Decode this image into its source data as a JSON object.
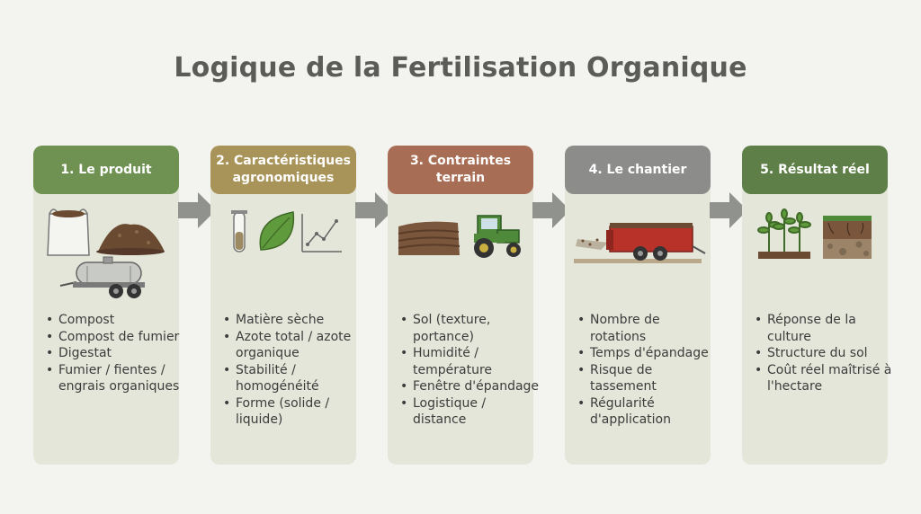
{
  "title": "Logique de la Fertilisation Organique",
  "colors": {
    "background": "#f3f3ef",
    "column_bg": "#e3e6d8",
    "arrow": "#8f928d",
    "title_text": "#5b5b58"
  },
  "steps": [
    {
      "header": "1. Le produit",
      "color": "#6f9152",
      "icons": [
        "big-bag-icon",
        "manure-pile-icon",
        "tanker-trailer-icon"
      ],
      "items": [
        "Compost",
        "Compost de fumier",
        "Digestat",
        "Fumier / fientes / engrais organiques"
      ]
    },
    {
      "header": "2. Caractéristiques\nagronomiques",
      "color": "#a89358",
      "icons": [
        "test-tube-icon",
        "leaf-icon",
        "line-chart-icon"
      ],
      "items": [
        "Matière sèche",
        "Azote total / azote organique",
        "Stabilité / homogénéité",
        "Forme (solide / liquide)"
      ]
    },
    {
      "header": "3. Contraintes\nterrain",
      "color": "#a86d55",
      "icons": [
        "plowed-field-icon",
        "tractor-icon"
      ],
      "items": [
        "Sol (texture, portance)",
        "Humidité / température",
        "Fenêtre d'épandage",
        "Logistique / distance"
      ]
    },
    {
      "header": "4. Le chantier",
      "color": "#8c8d8b",
      "icons": [
        "manure-spreader-icon"
      ],
      "items": [
        "Nombre de rotations",
        "Temps d'épandage",
        "Risque de tassement",
        "Régularité d'application"
      ]
    },
    {
      "header": "5. Résultat réel",
      "color": "#5e7f47",
      "icons": [
        "plants-icon",
        "soil-profile-icon"
      ],
      "items": [
        "Réponse de la culture",
        "Structure du sol",
        "Coût réel maîtrisé à l'hectare"
      ]
    }
  ]
}
